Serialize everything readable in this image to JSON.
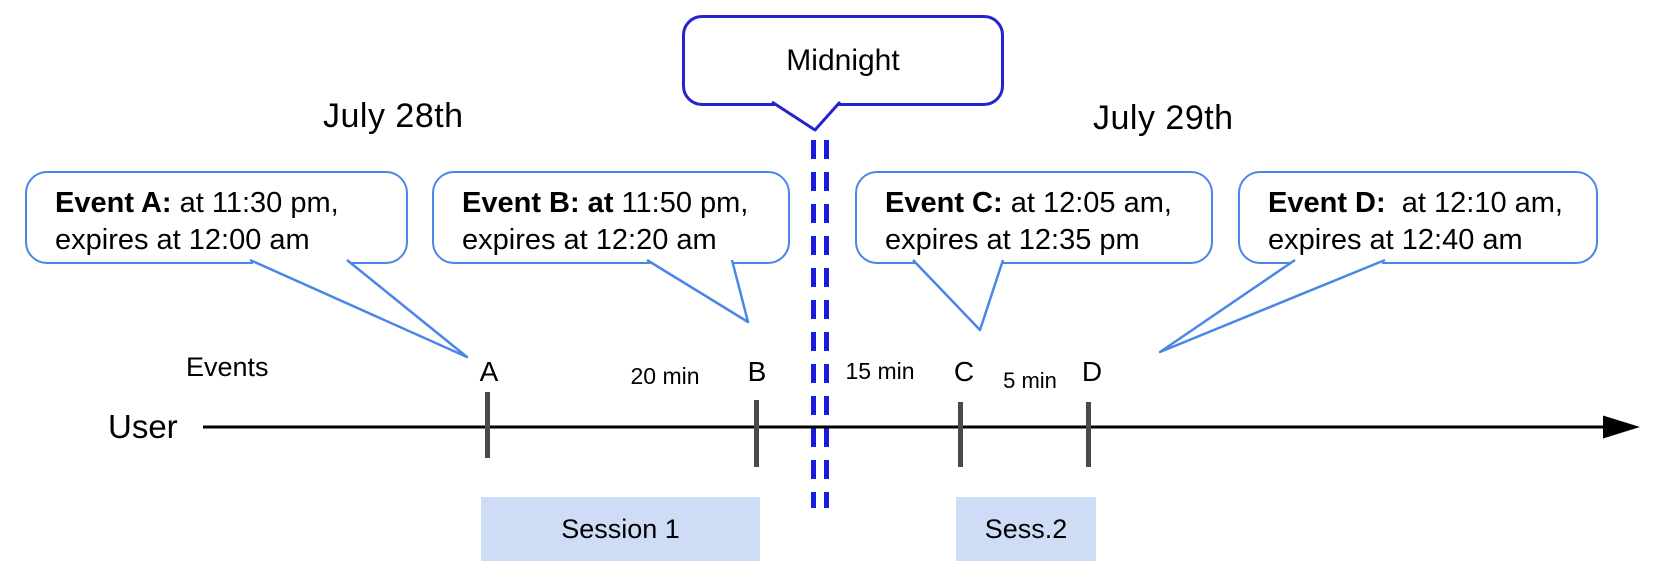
{
  "dates": {
    "left": "July 28th",
    "right": "July 29th"
  },
  "midnight": {
    "label": "Midnight"
  },
  "axis": {
    "events_label": "Events",
    "user_label": "User"
  },
  "callouts": [
    {
      "id": "A",
      "bold": "Event A:",
      "rest": " at 11:30 pm,",
      "line2": "expires at 12:00 am"
    },
    {
      "id": "B",
      "bold": "Event B: at",
      "rest": " 11:50 pm,",
      "line2": "expires at 12:20 am"
    },
    {
      "id": "C",
      "bold": "Event C:",
      "rest": " at 12:05 am,",
      "line2": "expires at 12:35 pm"
    },
    {
      "id": "D",
      "bold": "Event D:",
      "rest": "  at 12:10 am,",
      "line2": "expires at 12:40 am"
    }
  ],
  "timeline": {
    "tick_labels": [
      "A",
      "B",
      "C",
      "D"
    ],
    "gap_labels": [
      "20 min",
      "15 min",
      "5 min"
    ]
  },
  "sessions": [
    {
      "label": "Session 1"
    },
    {
      "label": "Sess.2"
    }
  ],
  "colors": {
    "callout_border": "#4a86e8",
    "midnight_border": "#2424cc",
    "midnight_dash": "#1b1be0",
    "session_fill": "#cedcf5",
    "tick_gray": "#4a4a4a",
    "timeline_black": "#000000"
  }
}
